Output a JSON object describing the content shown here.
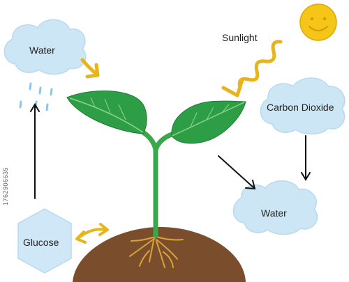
{
  "labels": {
    "water_top": "Water",
    "sunlight": "Sunlight",
    "carbon_dioxide": "Carbon Dioxide",
    "water_right": "Water",
    "glucose": "Glucose"
  },
  "watermark": "1762906635",
  "colors": {
    "cloud": "#cde6f5",
    "cloud_outline": "#b9d9ee",
    "sun": "#f5c518",
    "sun_face": "#d49a00",
    "arrow_yellow": "#e8b41c",
    "leaf": "#2e9e46",
    "leaf_vein": "#8fd58a",
    "stem": "#3aa84a",
    "soil": "#7a4e2c",
    "roots": "#d9a33a",
    "glucose_hex": "#cfe7f7",
    "rain": "#8cc6ea",
    "arrow_black": "#111111"
  }
}
